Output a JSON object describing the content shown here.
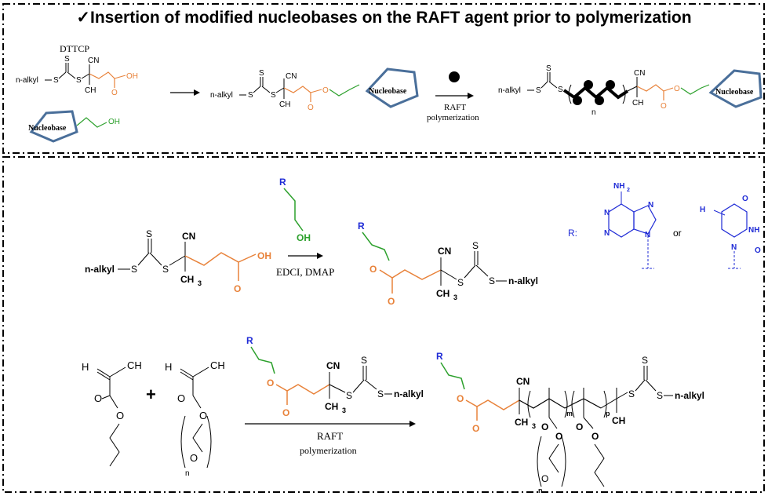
{
  "title": "✓Insertion of modified nucleobases on the RAFT agent prior to polymerization",
  "colors": {
    "orange": "#e8823a",
    "green": "#2ca02c",
    "blue": "#1f2bd6",
    "pentagon": "#4a6f9a",
    "black": "#000000"
  },
  "top": {
    "dttcp_label": "DTTCP",
    "n_alkyl": "n-alkyl",
    "S": "S",
    "CN": "CN",
    "CH3": "CH",
    "OH": "OH",
    "O": "O",
    "nucleobase": "Nucleobase",
    "raft": "RAFT",
    "polymerization": "polymerization",
    "n": "n"
  },
  "bottom": {
    "R": "R",
    "OH": "OH",
    "CN": "CN",
    "S": "S",
    "O": "O",
    "n_alkyl": "n-alkyl",
    "CH3": "CH",
    "sub3": "3",
    "edci": "EDCI, DMAP",
    "R_label": "R:",
    "or": "or",
    "NH2": "NH",
    "sub2": "2",
    "N": "N",
    "H3C": "H",
    "NH": "NH",
    "plus": "+",
    "raft": "RAFT",
    "polymerization": "polymerization",
    "n": "n",
    "m": "m",
    "p": "p"
  }
}
